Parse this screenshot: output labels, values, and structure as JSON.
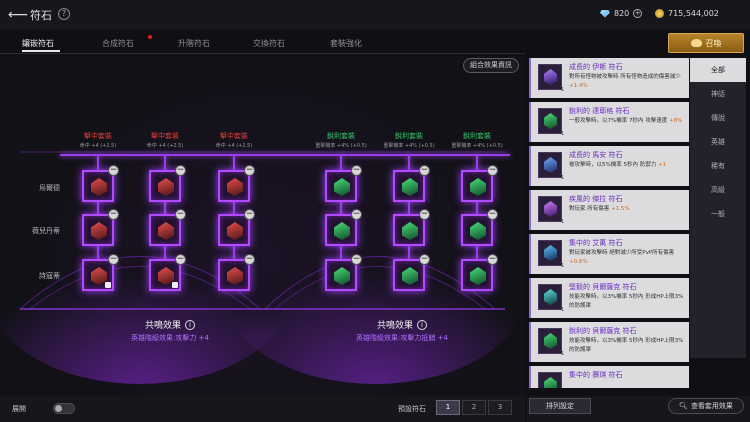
{
  "header": {
    "title": "符石",
    "currency": {
      "gems": "820",
      "gold": "715,544,002"
    }
  },
  "tabs": [
    {
      "label": "鑲嵌符石"
    },
    {
      "label": "合成符石"
    },
    {
      "label": "升階符石"
    },
    {
      "label": "交換符石"
    },
    {
      "label": "套裝強化"
    }
  ],
  "summon_label": "召喚",
  "combo_button": "組合效果資訊",
  "rows": [
    "烏爾德",
    "薇兒丹蒂",
    "詩寇蒂"
  ],
  "sets": [
    {
      "name": "擊中套裝",
      "sub": "命中 +4 (+2.5)",
      "color": "red"
    },
    {
      "name": "擊中套裝",
      "sub": "命中 +4 (+2.5)",
      "color": "red"
    },
    {
      "name": "擊中套裝",
      "sub": "命中 +4 (+2.5)",
      "color": "red"
    },
    {
      "name": "銳利套裝",
      "sub": "重擊機率 +4% (+0.5)",
      "color": "green"
    },
    {
      "name": "銳利套裝",
      "sub": "重擊機率 +4% (+0.5)",
      "color": "green"
    },
    {
      "name": "銳利套裝",
      "sub": "重擊機率 +4% (+0.5)",
      "color": "green"
    }
  ],
  "resonance": [
    {
      "title": "共鳴效果",
      "desc": "英雄階級效果:攻擊力 +4"
    },
    {
      "title": "共鳴效果",
      "desc": "英雄階級效果:攻擊力抵銷 +4"
    }
  ],
  "bottom": {
    "toggle_label": "展開",
    "preset_label": "預設符石",
    "presets": [
      "1",
      "2",
      "3"
    ]
  },
  "cards": [
    {
      "name": "成長的 伊斯 符石",
      "desc_a": "對所有怪物被攻擊時 所有怪物造成的傷害減少 ",
      "desc_b": "+1.4%",
      "qty": "1"
    },
    {
      "name": "銳利的 達耶格 符石",
      "desc_a": "一般攻擊時，以7%機率 7秒內 攻擊速度 ",
      "desc_b": "+8%",
      "qty": "1"
    },
    {
      "name": "成長的 馬安 符石",
      "desc_a": "被攻擊時，以5%機率 5秒內 防禦力 ",
      "desc_b": "+1",
      "qty": "1"
    },
    {
      "name": "疾風的 傑拉 符石",
      "desc_a": "對玩家 所有傷害 ",
      "desc_b": "+1.5%",
      "qty": "1"
    },
    {
      "name": "集中的 艾萬 符石",
      "desc_a": "對玩家被攻擊時 絕對減少所受PvP所有傷害 ",
      "desc_b": "+0.6%",
      "qty": "1"
    },
    {
      "name": "堅毅的 貝爾薩克 符石",
      "desc_a": "技能攻擊時，以3%機率 5秒內 形成HP上限3%的防護罩",
      "desc_b": "",
      "qty": "1"
    },
    {
      "name": "銳利的 貝爾薩克 符石",
      "desc_a": "技能攻擊時，以3%機率 5秒內 形成HP上限3%的防護罩",
      "desc_b": "",
      "qty": "1"
    },
    {
      "name": "集中的 賽琪 符石",
      "desc_a": "",
      "desc_b": "",
      "qty": "1"
    }
  ],
  "filters": [
    "全部",
    "神話",
    "傳說",
    "英雄",
    "稀有",
    "高級",
    "一般"
  ],
  "order_button": "排列設定",
  "view_button": "查看套用效果",
  "colors": {
    "accent": "#9a3cf0",
    "red_set": "#e0403a",
    "green_set": "#39c86a"
  }
}
